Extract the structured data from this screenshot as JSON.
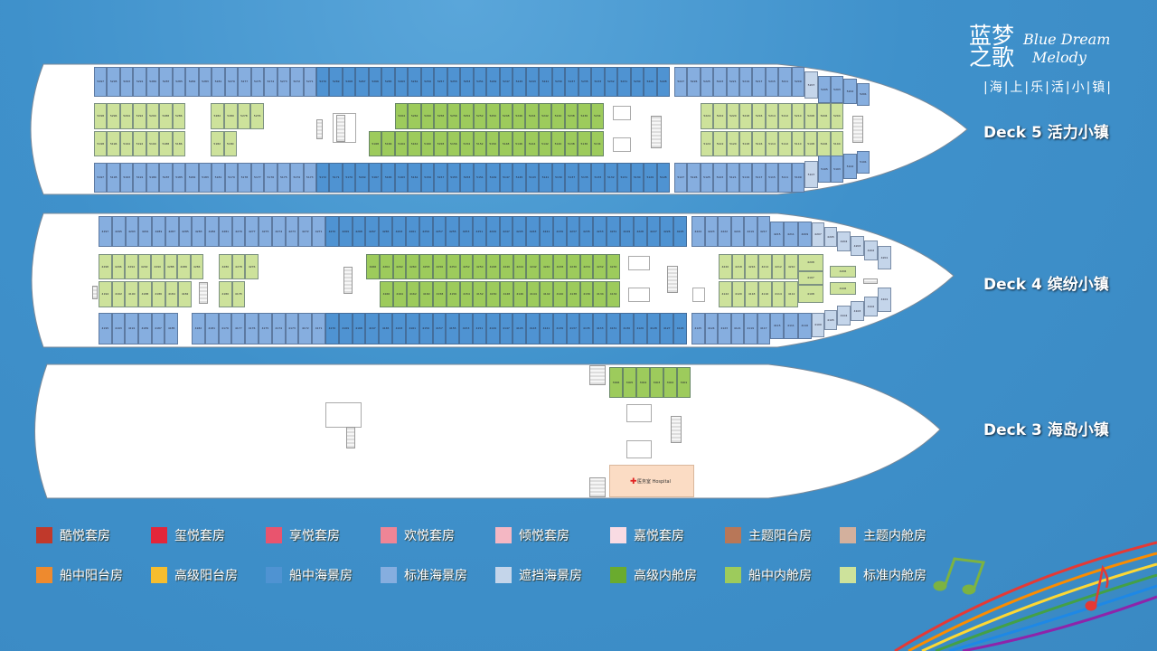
{
  "logo": {
    "cn": "蓝梦之歌",
    "en_line1": "Blue Dream",
    "en_line2": "Melody",
    "subtitle": "|海|上|乐|活|小|镇|"
  },
  "legend": [
    {
      "key": "kuyue",
      "label": "酷悦套房",
      "color": "#c0392b"
    },
    {
      "key": "xiyue",
      "label": "玺悦套房",
      "color": "#e3263a"
    },
    {
      "key": "xiangyue",
      "label": "享悦套房",
      "color": "#e9546e"
    },
    {
      "key": "huanyue",
      "label": "欢悦套房",
      "color": "#ef8596"
    },
    {
      "key": "qingyue",
      "label": "倾悦套房",
      "color": "#f4b7c3"
    },
    {
      "key": "jiayue",
      "label": "嘉悦套房",
      "color": "#f9dbe3"
    },
    {
      "key": "theme_balcony",
      "label": "主题阳台房",
      "color": "#b87758"
    },
    {
      "key": "theme_inside",
      "label": "主题内舱房",
      "color": "#d3b09d"
    },
    {
      "key": "mid_balcony",
      "label": "船中阳台房",
      "color": "#ee8a2e"
    },
    {
      "key": "premium_balcony",
      "label": "高级阳台房",
      "color": "#f6bd2e"
    },
    {
      "key": "mid_ocean",
      "label": "船中海景房",
      "color": "#4f93d2"
    },
    {
      "key": "std_ocean",
      "label": "标准海景房",
      "color": "#86aedf"
    },
    {
      "key": "obstructed",
      "label": "遮挡海景房",
      "color": "#c4d5ea"
    },
    {
      "key": "premium_inside",
      "label": "高级内舱房",
      "color": "#6aab2e"
    },
    {
      "key": "mid_inside",
      "label": "船中内舱房",
      "color": "#9dcb5c"
    },
    {
      "key": "std_inside",
      "label": "标准内舱房",
      "color": "#cde29b"
    }
  ],
  "decks": [
    {
      "label": "Deck 5 活力小镇",
      "segments": [
        {
          "id": "d5-top-a",
          "type": "std_ocean",
          "rooms": [
            "5297",
            "5295",
            "5293",
            "5291",
            "5289",
            "5287",
            "5285",
            "5284",
            "5283",
            "5281",
            "5279",
            "5277",
            "5275",
            "5274",
            "5273",
            "5272",
            "5271"
          ]
        },
        {
          "id": "d5-top-b",
          "type": "mid_ocean",
          "rooms": [
            "5270",
            "5269",
            "5268",
            "5267",
            "5266",
            "5265",
            "5263",
            "5261",
            "5259",
            "5257",
            "5255",
            "5253",
            "5251",
            "5249",
            "5247",
            "5245",
            "5243",
            "5241",
            "5239",
            "5237",
            "5235",
            "5233",
            "5232",
            "5231",
            "5230",
            "5229",
            "5228"
          ]
        },
        {
          "id": "d5-top-c",
          "type": "std_ocean",
          "rooms": [
            "5227",
            "5226",
            "5225",
            "5223",
            "5221",
            "5219",
            "5217",
            "5215",
            "5211",
            "5209"
          ]
        },
        {
          "id": "d5-top-d",
          "type": "obstructed",
          "rooms": [
            "5207"
          ]
        },
        {
          "id": "d5-top-e",
          "type": "std_ocean",
          "rooms": [
            "5205",
            "5203"
          ]
        },
        {
          "id": "d5-5202",
          "type": "std_ocean",
          "rooms": [
            "5202"
          ]
        },
        {
          "id": "d5-5201",
          "type": "std_ocean",
          "rooms": [
            "5201"
          ]
        },
        {
          "id": "d5-ma-a",
          "type": "std_inside",
          "rooms": [
            "5298",
            "5296",
            "5294",
            "5292",
            "5290",
            "5288",
            "5286"
          ]
        },
        {
          "id": "d5-ma-b",
          "type": "std_inside",
          "rooms": [
            "5282",
            "5280",
            "5278",
            "5276"
          ]
        },
        {
          "id": "d5-ma-c",
          "type": "mid_inside",
          "rooms": [
            "5264",
            "5262",
            "5260",
            "5258",
            "5256",
            "5254",
            "5252",
            "5250",
            "5248",
            "5246",
            "5244",
            "5242",
            "5240",
            "5238",
            "5236",
            "5234"
          ]
        },
        {
          "id": "d5-ma-d",
          "type": "std_inside",
          "rooms": [
            "5224",
            "5222",
            "5220",
            "5218",
            "5216",
            "5214",
            "5212",
            "5210",
            "5208",
            "5206",
            "5204"
          ]
        },
        {
          "id": "d5-mb-a",
          "type": "std_inside",
          "rooms": [
            "5198",
            "5196",
            "5194",
            "5192",
            "5190",
            "5188",
            "5186"
          ]
        },
        {
          "id": "d5-mb-b",
          "type": "std_inside",
          "rooms": [
            "5182",
            "5180"
          ]
        },
        {
          "id": "d5-mb-c",
          "type": "mid_inside",
          "rooms": [
            "5168",
            "5166",
            "5164",
            "5162",
            "5160",
            "5158",
            "5156",
            "5154",
            "5152",
            "5150",
            "5148",
            "5146",
            "5144",
            "5142",
            "5140",
            "5138",
            "5136",
            "5134"
          ]
        },
        {
          "id": "d5-mb-d",
          "type": "std_inside",
          "rooms": [
            "5124",
            "5122",
            "5120",
            "5118",
            "5116",
            "5114",
            "5112",
            "5110",
            "5108",
            "5106",
            "5104"
          ]
        },
        {
          "id": "d5-bot-a",
          "type": "std_ocean",
          "rooms": [
            "5197",
            "5195",
            "5193",
            "5191",
            "5189",
            "5187",
            "5185",
            "5184",
            "5183",
            "5181",
            "5179",
            "5178",
            "5177",
            "5176",
            "5175",
            "5174",
            "5173"
          ]
        },
        {
          "id": "d5-bot-b",
          "type": "mid_ocean",
          "rooms": [
            "5172",
            "5171",
            "5170",
            "5169",
            "5167",
            "5165",
            "5163",
            "5161",
            "5159",
            "5157",
            "5155",
            "5153",
            "5151",
            "5149",
            "5147",
            "5145",
            "5143",
            "5141",
            "5139",
            "5137",
            "5135",
            "5133",
            "5132",
            "5131",
            "5130",
            "5129",
            "5128"
          ]
        },
        {
          "id": "d5-bot-c",
          "type": "std_ocean",
          "rooms": [
            "5127",
            "5126",
            "5125",
            "5123",
            "5121",
            "5119",
            "5117",
            "5115",
            "5111",
            "5109"
          ]
        },
        {
          "id": "d5-bot-d",
          "type": "obstructed",
          "rooms": [
            "5107"
          ]
        },
        {
          "id": "d5-bot-e",
          "type": "std_ocean",
          "rooms": [
            "5105",
            "5103"
          ]
        },
        {
          "id": "d5-5102",
          "type": "std_ocean",
          "rooms": [
            "5102"
          ]
        },
        {
          "id": "d5-5101",
          "type": "std_ocean",
          "rooms": [
            "5101"
          ]
        }
      ]
    },
    {
      "label": "Deck 4 缤纷小镇",
      "segments": [
        {
          "id": "d4-top-a",
          "type": "std_ocean",
          "rooms": [
            "4297",
            "4295",
            "4293",
            "4291",
            "4289",
            "4287",
            "4285",
            "4283",
            "4282",
            "4281",
            "4279",
            "4277",
            "4275",
            "4274",
            "4273",
            "4272",
            "4271"
          ]
        },
        {
          "id": "d4-top-b",
          "type": "mid_ocean",
          "rooms": [
            "4270",
            "4269",
            "4268",
            "4267",
            "4265",
            "4263",
            "4261",
            "4259",
            "4257",
            "4255",
            "4253",
            "4251",
            "4249",
            "4247",
            "4245",
            "4243",
            "4241",
            "4239",
            "4237",
            "4235",
            "4233",
            "4231",
            "4229",
            "4228",
            "4227",
            "4226",
            "4225"
          ]
        },
        {
          "id": "d4-top-c",
          "type": "std_ocean",
          "rooms": [
            "4224",
            "4223",
            "4222",
            "4221",
            "4219",
            "4217"
          ]
        },
        {
          "id": "d4-top-d",
          "type": "std_ocean",
          "rooms": [
            "4215",
            "4211",
            "4209"
          ]
        },
        {
          "id": "d4-4207",
          "type": "obstructed",
          "rooms": [
            "4207"
          ]
        },
        {
          "id": "d4-4205",
          "type": "obstructed",
          "rooms": [
            "4205"
          ]
        },
        {
          "id": "d4-4204",
          "type": "obstructed",
          "rooms": [
            "4204"
          ]
        },
        {
          "id": "d4-4203",
          "type": "obstructed",
          "rooms": [
            "4203"
          ]
        },
        {
          "id": "d4-4202",
          "type": "obstructed",
          "rooms": [
            "4202"
          ]
        },
        {
          "id": "d4-4201",
          "type": "obstructed",
          "rooms": [
            "4201"
          ]
        },
        {
          "id": "d4-ma-a",
          "type": "std_inside",
          "rooms": [
            "4298",
            "4296",
            "4294",
            "4292",
            "4290",
            "4288",
            "4286",
            "4284"
          ]
        },
        {
          "id": "d4-ma-b",
          "type": "std_inside",
          "rooms": [
            "4280",
            "4278",
            "4276"
          ]
        },
        {
          "id": "d4-ma-c",
          "type": "mid_inside",
          "rooms": [
            "4266",
            "4264",
            "4262",
            "4260",
            "4258",
            "4256",
            "4254",
            "4252",
            "4250",
            "4248",
            "4246",
            "4244",
            "4242",
            "4240",
            "4238",
            "4236",
            "4234",
            "4232",
            "4230"
          ]
        },
        {
          "id": "d4-ma-d",
          "type": "std_inside",
          "rooms": [
            "4220",
            "4218",
            "4216",
            "4214",
            "4212",
            "4210"
          ]
        },
        {
          "id": "d4-4208",
          "type": "std_inside",
          "rooms": [
            "4208"
          ]
        },
        {
          "id": "d4-4107",
          "type": "std_inside",
          "rooms": [
            "4107"
          ]
        },
        {
          "id": "d4-4206",
          "type": "std_inside",
          "rooms": [
            "4206"
          ]
        },
        {
          "id": "d4-mb-a",
          "type": "std_inside",
          "rooms": [
            "4194",
            "4192",
            "4190",
            "4188",
            "4186",
            "4184",
            "4182"
          ]
        },
        {
          "id": "d4-mb-b",
          "type": "std_inside",
          "rooms": [
            "4180",
            "4178"
          ]
        },
        {
          "id": "d4-mb-c",
          "type": "mid_inside",
          "rooms": [
            "4166",
            "4164",
            "4162",
            "4160",
            "4158",
            "4156",
            "4154",
            "4152",
            "4150",
            "4148",
            "4146",
            "4144",
            "4142",
            "4140",
            "4138",
            "4136",
            "4134",
            "4132"
          ]
        },
        {
          "id": "d4-mb-d",
          "type": "std_inside",
          "rooms": [
            "4122",
            "4120",
            "4118",
            "4116",
            "4114",
            "4112"
          ]
        },
        {
          "id": "d4-4108",
          "type": "std_inside",
          "rooms": [
            "4108"
          ]
        },
        {
          "id": "d4-4106",
          "type": "std_inside",
          "rooms": [
            "4106"
          ]
        },
        {
          "id": "d4-bot-a",
          "type": "std_ocean",
          "rooms": [
            "4195",
            "4193",
            "4191",
            "4189",
            "4187",
            "4185"
          ]
        },
        {
          "id": "d4-bot-b",
          "type": "std_ocean",
          "rooms": [
            "4182",
            "4181",
            "4179",
            "4177",
            "4176",
            "4175",
            "4174",
            "4173",
            "4172",
            "4171"
          ]
        },
        {
          "id": "d4-bot-c",
          "type": "mid_ocean",
          "rooms": [
            "4170",
            "4169",
            "4168",
            "4167",
            "4165",
            "4163",
            "4161",
            "4159",
            "4157",
            "4155",
            "4153",
            "4151",
            "4149",
            "4147",
            "4145",
            "4143",
            "4141",
            "4139",
            "4137",
            "4135",
            "4133",
            "4131",
            "4130",
            "4129",
            "4128",
            "4127",
            "4126"
          ]
        },
        {
          "id": "d4-bot-d",
          "type": "std_ocean",
          "rooms": [
            "4125",
            "4124",
            "4123",
            "4121",
            "4119",
            "4117"
          ]
        },
        {
          "id": "d4-bot-e",
          "type": "std_ocean",
          "rooms": [
            "4115",
            "4111",
            "4110"
          ]
        },
        {
          "id": "d4-4109",
          "type": "obstructed",
          "rooms": [
            "4109"
          ]
        },
        {
          "id": "d4-4105",
          "type": "obstructed",
          "rooms": [
            "4105"
          ]
        },
        {
          "id": "d4-4104",
          "type": "obstructed",
          "rooms": [
            "4104"
          ]
        },
        {
          "id": "d4-4103",
          "type": "obstructed",
          "rooms": [
            "4103"
          ]
        },
        {
          "id": "d4-4102",
          "type": "obstructed",
          "rooms": [
            "4102"
          ]
        },
        {
          "id": "d4-4101",
          "type": "obstructed",
          "rooms": [
            "4101"
          ]
        }
      ]
    },
    {
      "label": "Deck 3 海岛小镇",
      "segments": [
        {
          "id": "d3-a",
          "type": "mid_inside",
          "rooms": [
            "3006",
            "3005",
            "3004",
            "3003",
            "3002",
            "3001"
          ]
        }
      ],
      "hospital_label": "医务室 Hospital"
    }
  ]
}
